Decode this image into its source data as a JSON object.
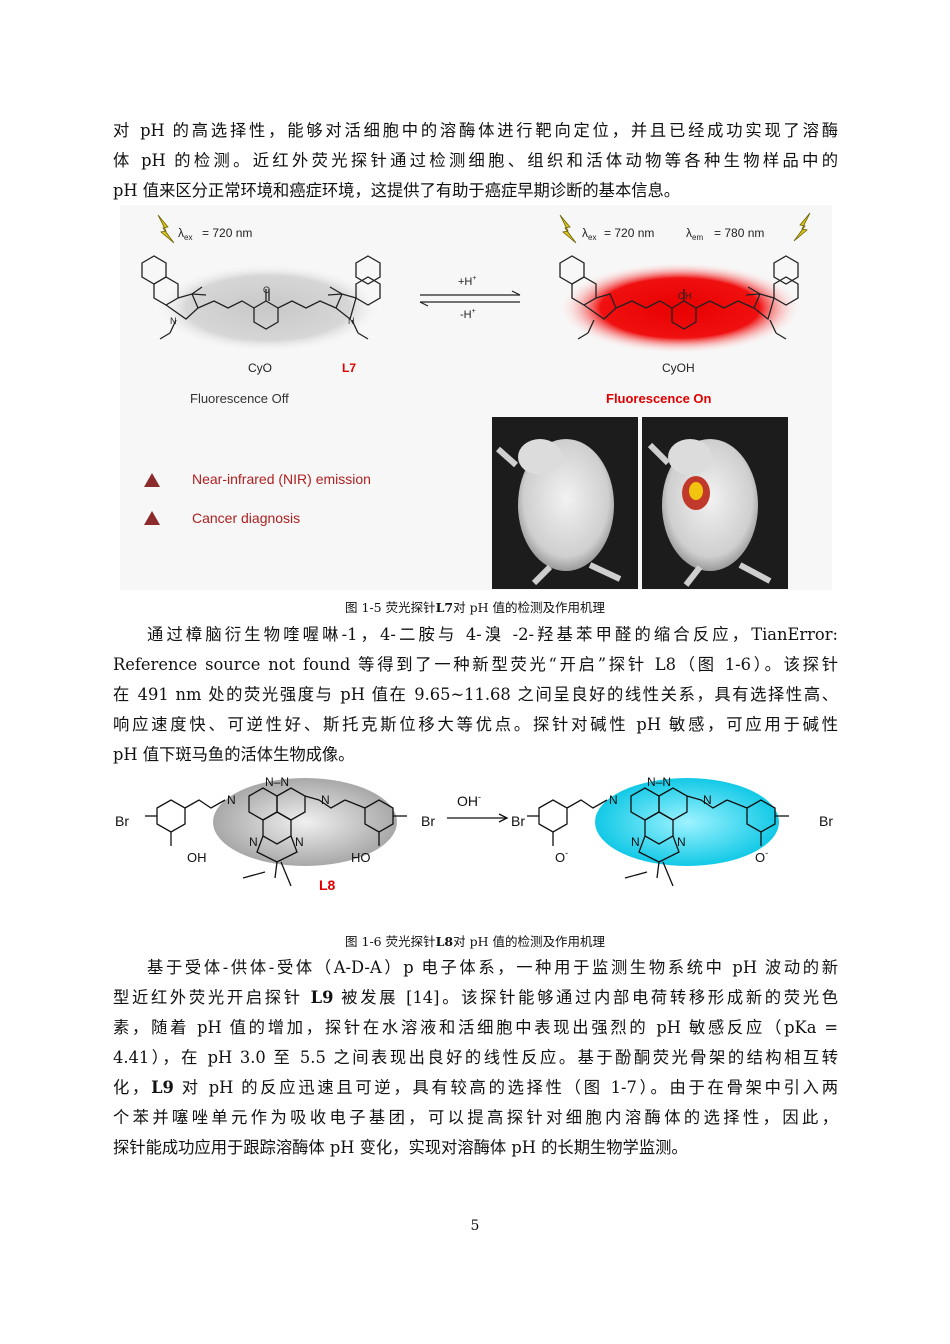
{
  "paragraph1": {
    "lines": [
      "对 pH 的高选择性，能够对活细胞中的溶酶体进行靶向定位，并且已经成功实现了溶酶",
      "体  pH 的检测。近红外荧光探针通过检测细胞、组织和活体动物等各种生物样品中的",
      "pH 值来区分正常环境和癌症环境，这提供了有助于癌症早期诊断的基本信息。"
    ]
  },
  "figure1": {
    "lambda_ex_left": "= 720 nm",
    "lambda_ex_right": "= 720 nm",
    "lambda_em_right": "= 780 nm",
    "arrow_top": "+H",
    "arrow_bottom": "-H",
    "label_cyo": "CyO",
    "label_l7": "L7",
    "label_cyoh": "CyOH",
    "fluor_off": "Fluorescence Off",
    "fluor_on": "Fluorescence On",
    "bullet1": "Near-infrared (NIR) emission",
    "bullet2": "Cancer diagnosis",
    "caption_prefix": "图 1-5 荧光探针",
    "caption_bold": "L7",
    "caption_suffix": "对 pH 值的检测及作用机理"
  },
  "paragraph2": {
    "lines": [
      "通过樟脑衍生物喹喔啉-1，4-二胺与 4-溴  -2-羟基苯甲醛的缩合反应，TianError:",
      "Reference source not found 等得到了一种新型荧光“开启”探针 L8（图 1-6）。该探针",
      "在 491 nm 处的荧光强度与 pH 值在 9.65~11.68 之间呈良好的线性关系，具有选择性高、",
      "响应速度快、可逆性好、斯托克斯位移大等优点。探针对碱性 pH 敏感，可应用于碱性",
      "pH 值下斑马鱼的活体生物成像。"
    ]
  },
  "figure2": {
    "br": "Br",
    "oh": "OH",
    "ho": "HO",
    "n": "N",
    "nn": "N–N",
    "o_minus": "O",
    "oh_reagent": "OH",
    "l8": "L8",
    "caption_prefix": "图 1-6 荧光探针",
    "caption_bold": "L8",
    "caption_suffix": "对 pH 值的检测及作用机理"
  },
  "paragraph3": {
    "l1": "基于受体-供体-受体（A-D-A）p 电子体系，一种用于监测生物系统中 pH 波动的新",
    "l2_pre": "型近红外荧光开启探针 ",
    "l2_bold": "L9",
    "l2_post": " 被发展 [14]。该探针能够通过内部电荷转移形成新的荧光色",
    "l3": "素，随着 pH 值的增加，探针在水溶液和活细胞中表现出强烈的 pH 敏感反应（pKa =",
    "l4": "4.41），在  pH 3.0 至 5.5 之间表现出良好的线性反应。基于酚酮荧光骨架的结构相互转",
    "l5_pre": "化，",
    "l5_bold": "L9",
    "l5_post": " 对 pH 的反应迅速且可逆，具有较高的选择性（图 1-7）。由于在骨架中引入两",
    "l6": "个苯并噻唑单元作为吸收电子基团，可以提高探针对细胞内溶酶体的选择性，因此，",
    "l7": "探针能成功应用于跟踪溶酶体 pH 变化，实现对溶酶体 pH 的长期生物学监测。"
  },
  "page_number": "5",
  "colors": {
    "red": "#e00000",
    "cyan": "#22d3ee",
    "gray_glow": "#bdbdbd",
    "bullet": "#8b2b2b"
  }
}
